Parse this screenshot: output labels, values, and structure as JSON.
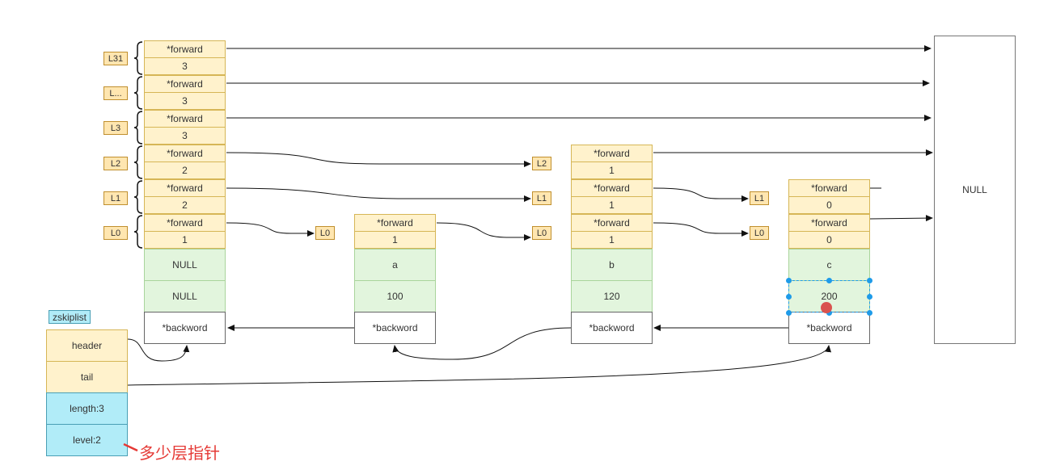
{
  "header_levels": [
    {
      "label": "L31",
      "forward": "*forward",
      "span": "3"
    },
    {
      "label": "L...",
      "forward": "*forward",
      "span": "3"
    },
    {
      "label": "L3",
      "forward": "*forward",
      "span": "3"
    },
    {
      "label": "L2",
      "forward": "*forward",
      "span": "2"
    },
    {
      "label": "L1",
      "forward": "*forward",
      "span": "2"
    },
    {
      "label": "L0",
      "forward": "*forward",
      "span": "1"
    }
  ],
  "header_node": {
    "obj": "NULL",
    "score": "NULL",
    "backward": "*backword"
  },
  "node_a": {
    "levels": [
      {
        "forward": "*forward",
        "span": "1"
      }
    ],
    "obj": "a",
    "score": "100",
    "backward": "*backword"
  },
  "node_b": {
    "levels": [
      {
        "forward": "*forward",
        "span": "1"
      },
      {
        "forward": "*forward",
        "span": "1"
      },
      {
        "forward": "*forward",
        "span": "1"
      }
    ],
    "obj": "b",
    "score": "120",
    "backward": "*backword"
  },
  "node_c": {
    "levels": [
      {
        "forward": "*forward",
        "span": "0"
      },
      {
        "forward": "*forward",
        "span": "0"
      }
    ],
    "obj": "c",
    "score": "200",
    "backward": "*backword"
  },
  "tags": {
    "l0": "L0",
    "l1": "L1",
    "l2": "L2"
  },
  "null_label": "NULL",
  "zskiplist": {
    "title": "zskiplist",
    "header": "header",
    "tail": "tail",
    "length": "length:3",
    "level": "level:2"
  },
  "note": "多少层指针",
  "colors": {
    "level_fill": "#fff2cc",
    "data_fill": "#e2f5dd",
    "zskiplist_fill": "#b1ecf8",
    "note": "#e53935",
    "selection": "#1e9be9"
  }
}
